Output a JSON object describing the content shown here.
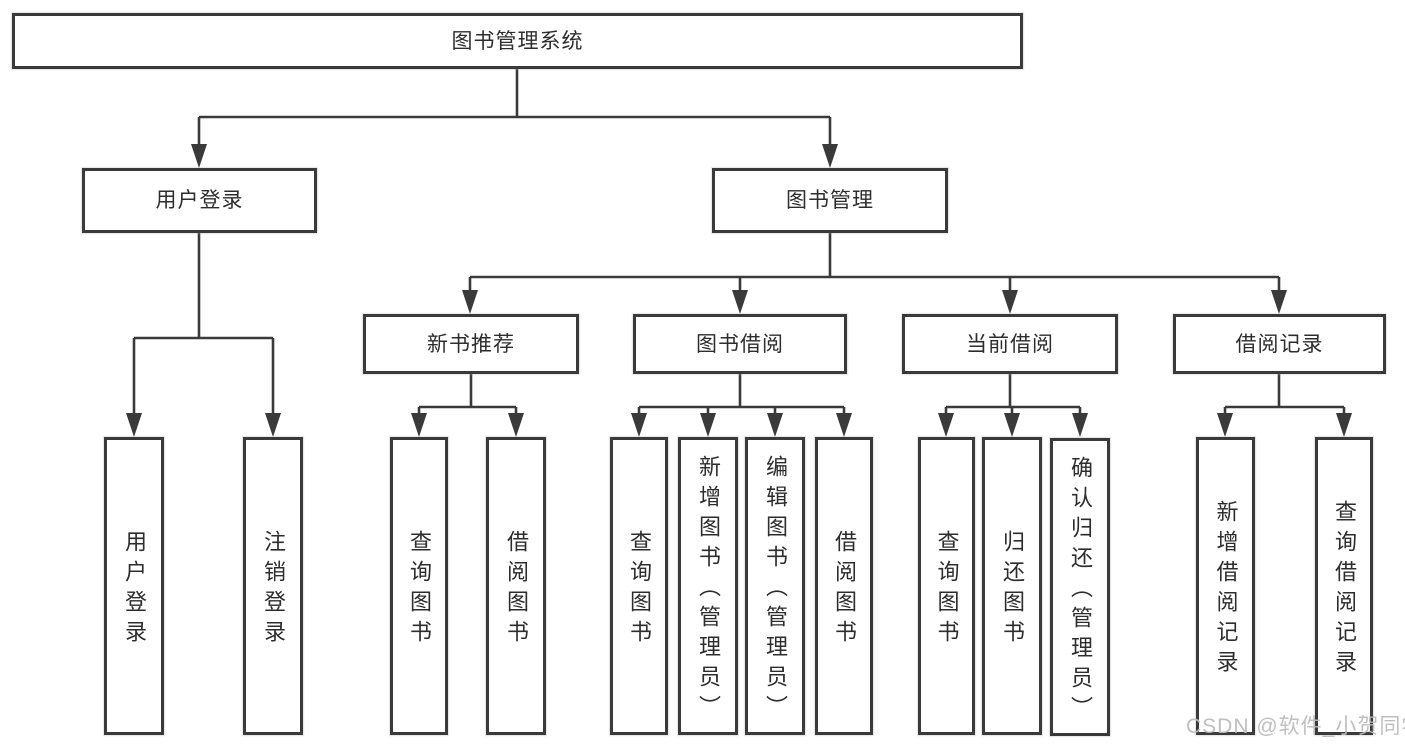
{
  "colors": {
    "line": "#3a3a3a",
    "text": "#2d2d2d",
    "background": "#ffffff",
    "watermark": "#bcbcbc"
  },
  "root": {
    "label": "图书管理系统"
  },
  "branches": {
    "user_login": {
      "label": "用户登录",
      "children": [
        "用户登录",
        "注销登录"
      ]
    },
    "book_management": {
      "label": "图书管理",
      "children": {
        "recommend": {
          "label": "新书推荐",
          "children": [
            "查询图书",
            "借阅图书"
          ]
        },
        "borrow": {
          "label": "图书借阅",
          "children": [
            "查询图书",
            "新增图书（管理员）",
            "编辑图书（管理员）",
            "借阅图书"
          ]
        },
        "current": {
          "label": "当前借阅",
          "children": [
            "查询图书",
            "归还图书",
            "确认归还（管理员）"
          ]
        },
        "records": {
          "label": "借阅记录",
          "children": [
            "新增借阅记录",
            "查询借阅记录"
          ]
        }
      }
    }
  },
  "watermark": {
    "text": "CSDN @软件_小贺同学"
  }
}
